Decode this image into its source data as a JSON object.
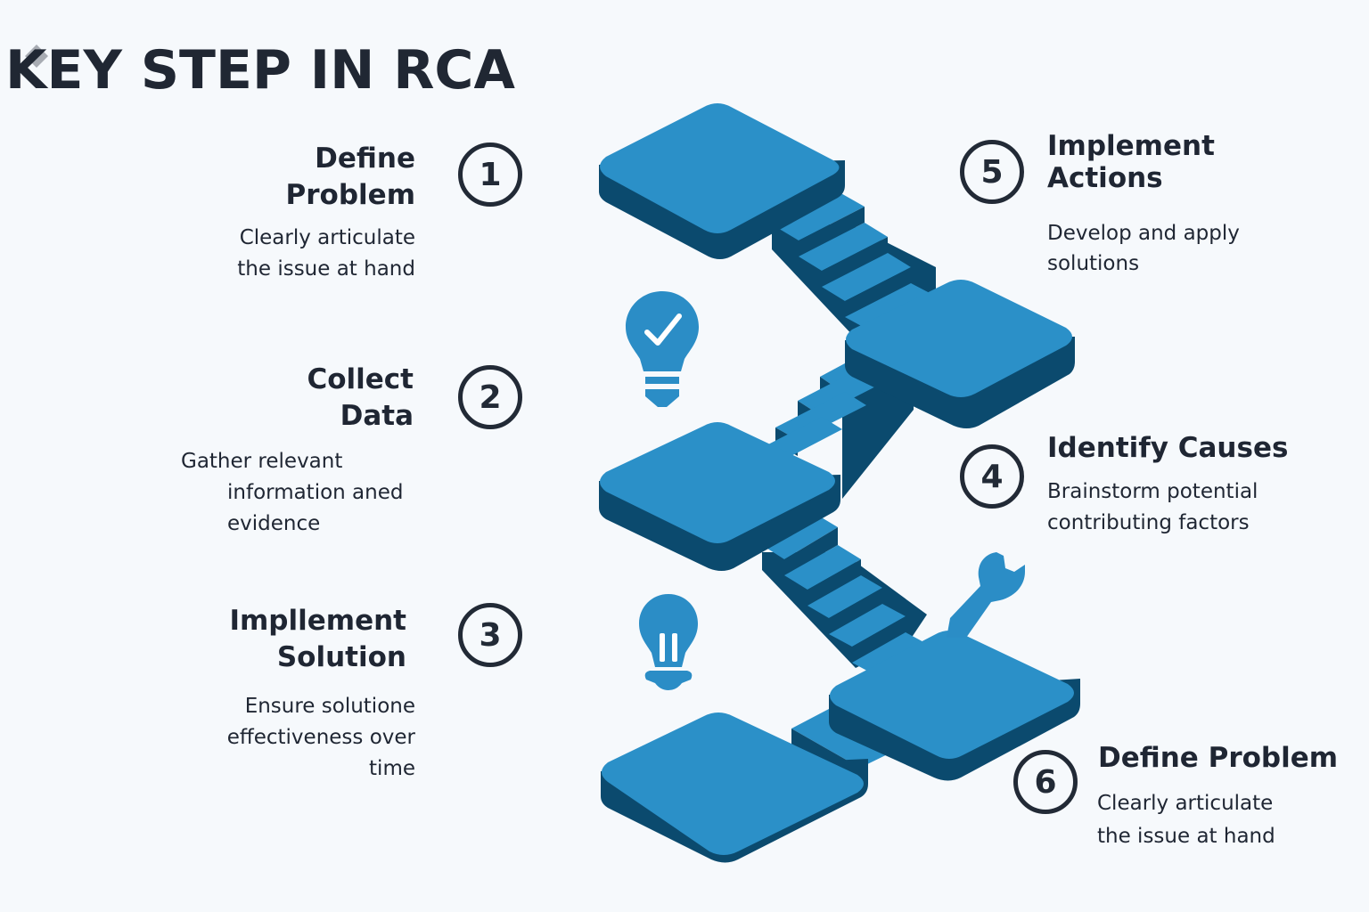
{
  "title": "KEY STEP  IN RCA",
  "colors": {
    "background": "#f6f9fc",
    "text": "#1f2633",
    "step_top": "#2b90c8",
    "step_side": "#0b4a6e",
    "icon_blue": "#2b8dc6",
    "corner_mark": "#a8acb3"
  },
  "steps": [
    {
      "number": "1",
      "title_lines": [
        "Define",
        "Problem"
      ],
      "desc_lines": [
        "Clearly articulate",
        "the issue at hand"
      ]
    },
    {
      "number": "2",
      "title_lines": [
        "Collect",
        "Data"
      ],
      "desc_lines": [
        "Gather relevant",
        "information aned",
        "evidence"
      ]
    },
    {
      "number": "3",
      "title_lines": [
        "Impllement",
        "Solution"
      ],
      "desc_lines": [
        "Ensure solutione",
        "effectiveness over",
        "time"
      ]
    },
    {
      "number": "4",
      "title_lines": [
        "Identify Causes"
      ],
      "desc_lines": [
        "Brainstorm potential",
        "contributing factors"
      ]
    },
    {
      "number": "5",
      "title_lines": [
        "Implement",
        "Actions"
      ],
      "desc_lines": [
        "Develop and apply",
        "solutions"
      ]
    },
    {
      "number": "6",
      "title_lines": [
        "Define Problem"
      ],
      "desc_lines": [
        "Clearly articulate",
        "the issue at hand"
      ]
    }
  ],
  "icons": {
    "bulb_check": "lightbulb-check-icon",
    "bulb_plain": "lightbulb-icon",
    "wrench": "wrench-icon"
  }
}
